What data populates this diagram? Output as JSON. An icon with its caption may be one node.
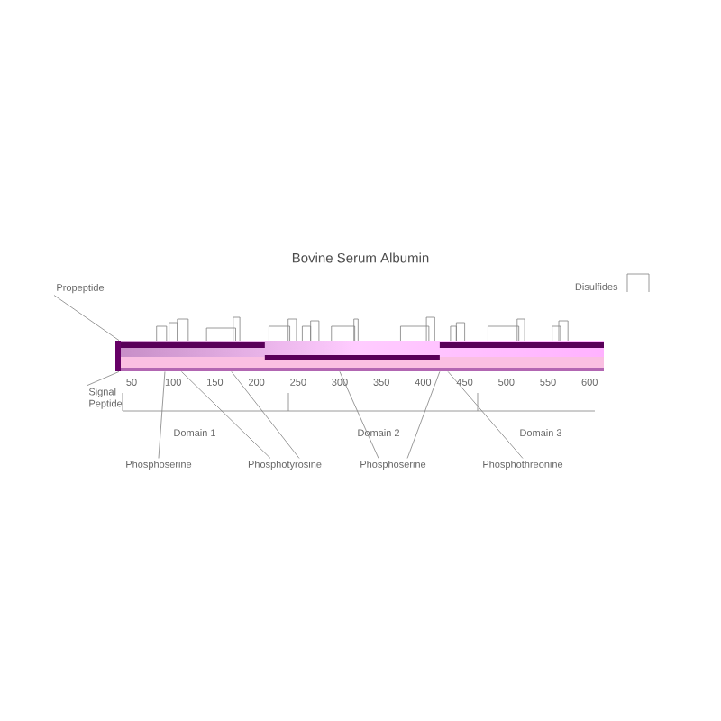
{
  "diagram": {
    "title": "Bovine Serum Albumin",
    "nodes": [
      {
        "text": [],
        "shape": "bar"
      },
      {
        "text": [
          "Propeptide"
        ]
      },
      {
        "text": [
          "Signal Peptide"
        ]
      },
      {
        "text": [
          "Phosphoserine"
        ]
      },
      {
        "text": [
          "Phosphotyrosine"
        ]
      },
      {
        "text": [
          "Phosphoserine"
        ]
      },
      {
        "text": [
          "Phosphothreonine"
        ]
      }
    ],
    "edges": [
      {
        "from": 1,
        "to": 0,
        "arrow": "none"
      },
      {
        "from": 2,
        "to": 0,
        "arrow": "none"
      },
      {
        "from": 3,
        "to": 0,
        "arrow": "none"
      },
      {
        "from": 4,
        "to": 0,
        "arrow": "none"
      },
      {
        "from": 4,
        "to": 0,
        "arrow": "none"
      },
      {
        "from": 5,
        "to": 0,
        "arrow": "none"
      },
      {
        "from": 5,
        "to": 0,
        "arrow": "none"
      },
      {
        "from": 6,
        "to": 0,
        "arrow": "none"
      }
    ],
    "legend": [
      {
        "text": "Disulfides"
      }
    ],
    "labels": [
      "50",
      "100",
      "150",
      "200",
      "250",
      "300",
      "350",
      "400",
      "450",
      "500",
      "550",
      "600",
      "Domain 1",
      "Domain 2",
      "Domain 3"
    ]
  }
}
